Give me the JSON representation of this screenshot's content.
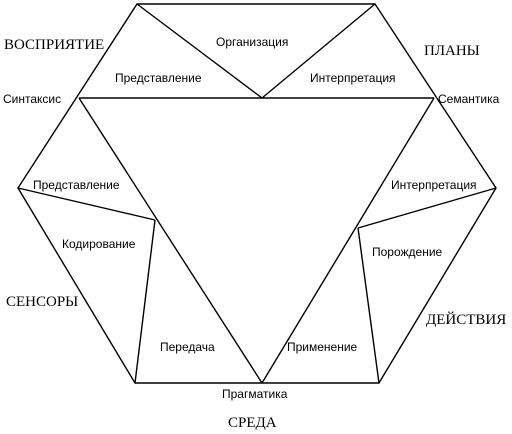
{
  "regions": {
    "perception": "ВОСПРИЯТИЕ",
    "plans": "ПЛАНЫ",
    "sensors": "СЕНСОРЫ",
    "actions": "ДЕЙСТВИЯ",
    "environment": "СРЕДА"
  },
  "vertices": {
    "syntax": "Синтаксис",
    "semantics": "Семантика",
    "pragmatics": "Прагматика"
  },
  "processes": {
    "organization": "Организация",
    "representation_top": "Представление",
    "interpretation_top": "Интерпретация",
    "representation_left": "Представление",
    "coding": "Кодирование",
    "transmission": "Передача",
    "interpretation_right": "Интерпретация",
    "generation": "Порождение",
    "application": "Применение"
  }
}
